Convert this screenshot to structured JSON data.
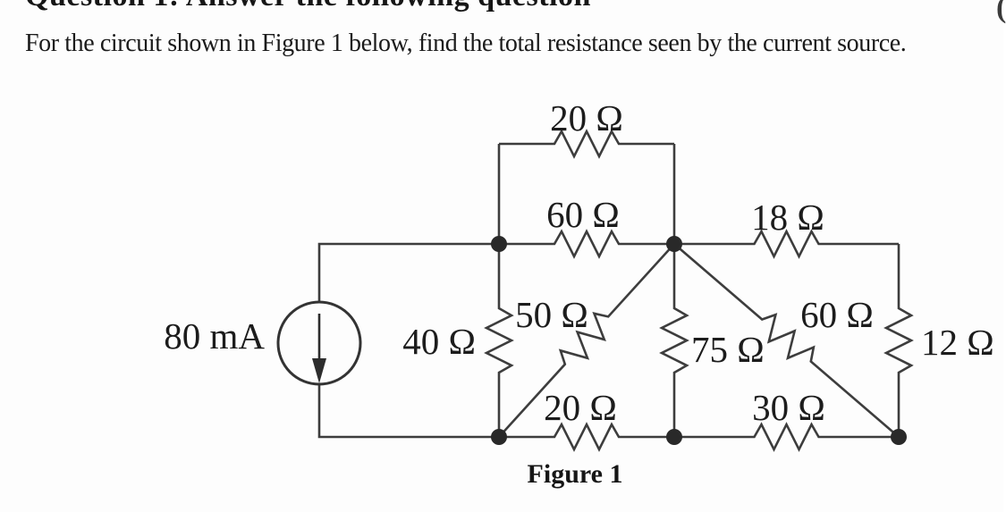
{
  "page": {
    "title": "Question 1: Answer the following question",
    "prompt": "For the circuit shown in Figure 1 below, find the total resistance seen by the current source.",
    "corner_mark": "(",
    "figure_caption": "Figure 1"
  },
  "circuit": {
    "source": {
      "label": "80 mA",
      "type": "independent current source",
      "arrow_direction": "down"
    },
    "resistors": [
      {
        "label": "20 Ω",
        "value_ohms": 20,
        "position": "top-loop-horizontal"
      },
      {
        "label": "60 Ω",
        "value_ohms": 60,
        "position": "middle-bus-left"
      },
      {
        "label": "18 Ω",
        "value_ohms": 18,
        "position": "middle-bus-right"
      },
      {
        "label": "40 Ω",
        "value_ohms": 40,
        "position": "left-vertical"
      },
      {
        "label": "50 Ω",
        "value_ohms": 50,
        "position": "diagonal-bottom-left-to-top-center"
      },
      {
        "label": "75 Ω",
        "value_ohms": 75,
        "position": "center-vertical"
      },
      {
        "label": "60 Ω",
        "value_ohms": 60,
        "position": "diagonal-top-center-to-bottom-right"
      },
      {
        "label": "12 Ω",
        "value_ohms": 12,
        "position": "right-vertical"
      },
      {
        "label": "20 Ω",
        "value_ohms": 20,
        "position": "bottom-bus-left"
      },
      {
        "label": "30 Ω",
        "value_ohms": 30,
        "position": "bottom-bus-right"
      }
    ],
    "colors": {
      "wire": "#3d3d3d",
      "node": "#292929",
      "text": "#1c1c1c",
      "background": "#fdfdfd"
    }
  }
}
